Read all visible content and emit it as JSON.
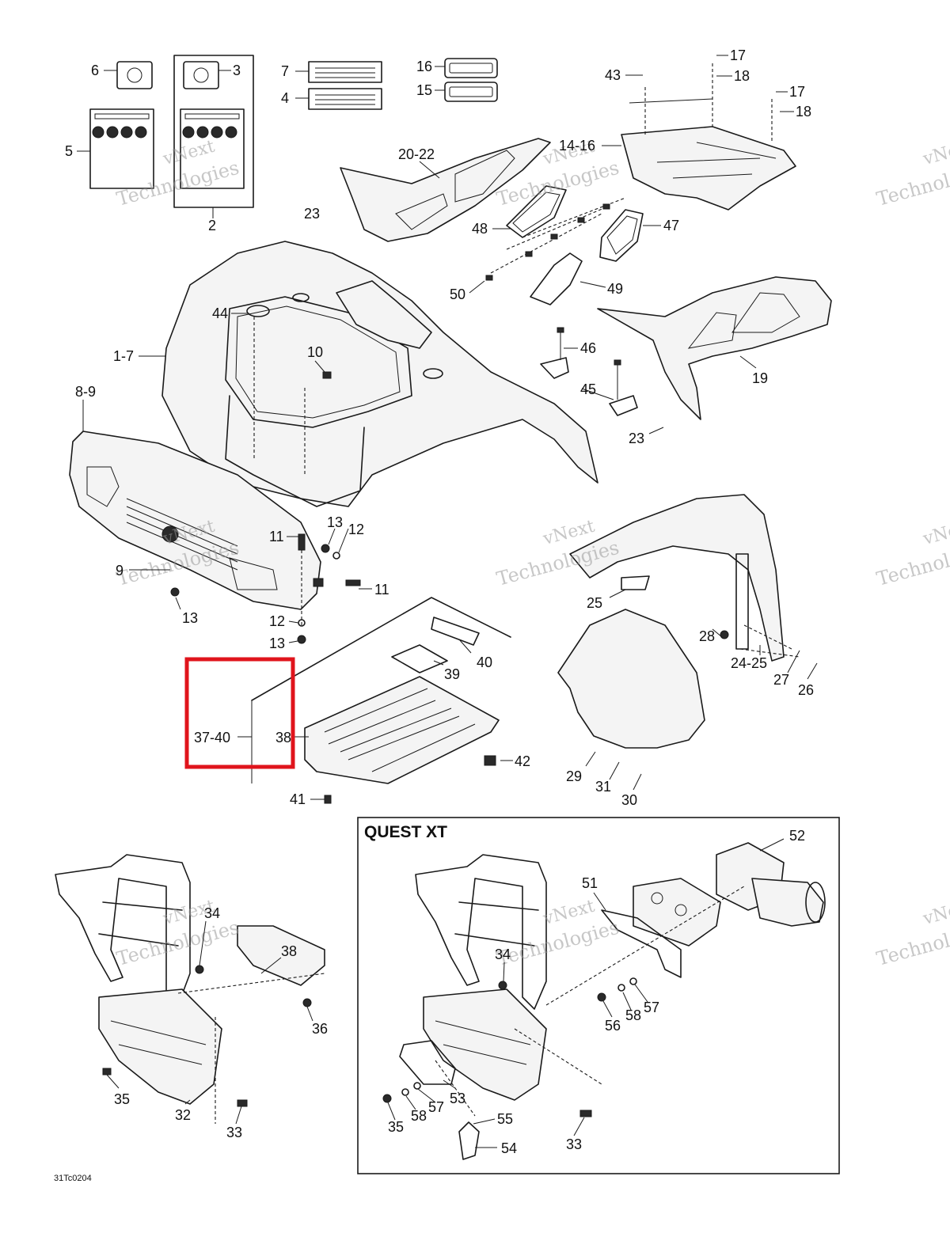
{
  "figure_code": "31Tc0204",
  "inset_title": "QUEST XT",
  "watermark": [
    "vNext",
    "Technologies"
  ],
  "highlight_color": "#e0141c",
  "labels": {
    "l6": "6",
    "l3": "3",
    "l7": "7",
    "l4": "4",
    "l16": "16",
    "l15": "15",
    "l43": "43",
    "l17a": "17",
    "l18a": "18",
    "l17b": "17",
    "l18b": "18",
    "l5": "5",
    "l2": "2",
    "l20_22": "20-22",
    "l14_16": "14-16",
    "l23a": "23",
    "l48": "48",
    "l47": "47",
    "l50": "50",
    "l49": "49",
    "l44": "44",
    "l1_7": "1-7",
    "l10": "10",
    "l46": "46",
    "l45": "45",
    "l19": "19",
    "l23b": "23",
    "l8_9": "8-9",
    "l9": "9",
    "l11a": "11",
    "l13a": "13",
    "l12a": "12",
    "l11b": "11",
    "l13b": "13",
    "l12b": "12",
    "l13c": "13",
    "l25": "25",
    "l28": "28",
    "l40": "40",
    "l39": "39",
    "l24_25": "24-25",
    "l27": "27",
    "l26": "26",
    "l37_40": "37-40",
    "l38a": "38",
    "l42": "42",
    "l29": "29",
    "l31": "31",
    "l30": "30",
    "l41": "41",
    "l34a": "34",
    "l38b": "38",
    "l36": "36",
    "l35a": "35",
    "l32": "32",
    "l33a": "33",
    "l52": "52",
    "l51": "51",
    "l34b": "34",
    "l56": "56",
    "l58a": "58",
    "l57a": "57",
    "l53": "53",
    "l35b": "35",
    "l58b": "58",
    "l57b": "57",
    "l55": "55",
    "l54": "54",
    "l33b": "33"
  }
}
